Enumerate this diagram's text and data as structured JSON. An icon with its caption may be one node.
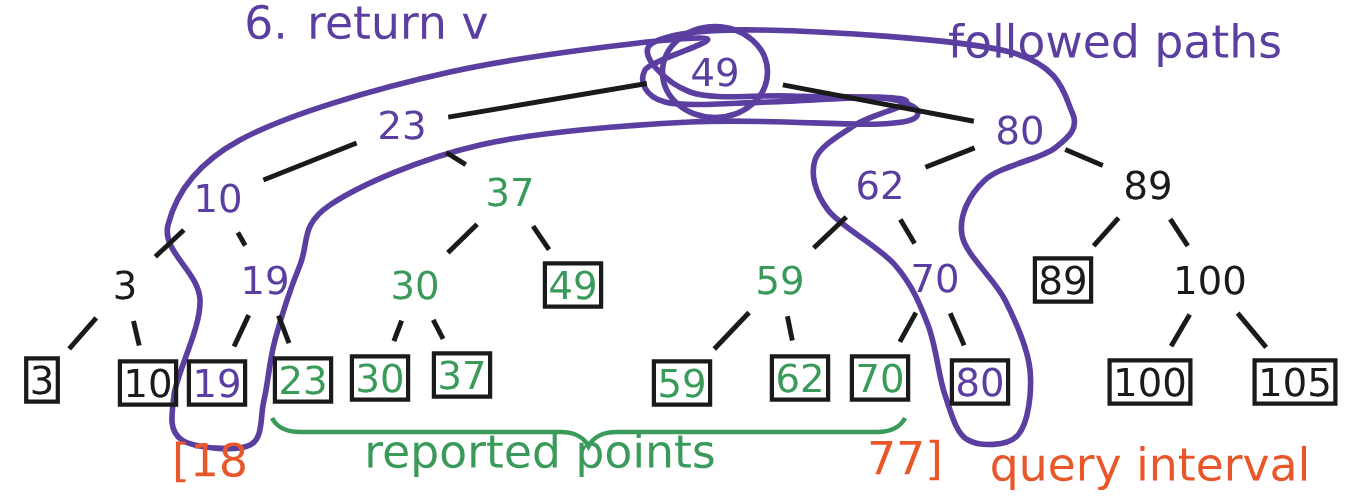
{
  "diagram": {
    "nodes": [
      {
        "text": [
          "49"
        ]
      },
      {
        "text": [
          "23"
        ]
      },
      {
        "text": [
          "80"
        ]
      },
      {
        "text": [
          "10"
        ]
      },
      {
        "text": [
          "37"
        ]
      },
      {
        "text": [
          "62"
        ]
      },
      {
        "text": [
          "89"
        ]
      },
      {
        "text": [
          "3"
        ]
      },
      {
        "text": [
          "19"
        ]
      },
      {
        "text": [
          "30"
        ]
      },
      {
        "text": [
          "49"
        ]
      },
      {
        "text": [
          "59"
        ]
      },
      {
        "text": [
          "70"
        ]
      },
      {
        "text": [
          "89"
        ]
      },
      {
        "text": [
          "100"
        ]
      },
      {
        "text": [
          "3"
        ]
      },
      {
        "text": [
          "10"
        ]
      },
      {
        "text": [
          "19"
        ]
      },
      {
        "text": [
          "23"
        ]
      },
      {
        "text": [
          "30"
        ]
      },
      {
        "text": [
          "37"
        ]
      },
      {
        "text": [
          "59"
        ]
      },
      {
        "text": [
          "62"
        ]
      },
      {
        "text": [
          "70"
        ]
      },
      {
        "text": [
          "80"
        ]
      },
      {
        "text": [
          "100"
        ]
      },
      {
        "text": [
          "105"
        ]
      }
    ],
    "edges": [
      {
        "from": 0,
        "to": 1,
        "arrow": "none"
      },
      {
        "from": 0,
        "to": 2,
        "arrow": "none"
      },
      {
        "from": 1,
        "to": 3,
        "arrow": "none"
      },
      {
        "from": 1,
        "to": 4,
        "arrow": "none"
      },
      {
        "from": 2,
        "to": 5,
        "arrow": "none"
      },
      {
        "from": 2,
        "to": 6,
        "arrow": "none"
      },
      {
        "from": 3,
        "to": 7,
        "arrow": "none"
      },
      {
        "from": 3,
        "to": 8,
        "arrow": "none"
      },
      {
        "from": 4,
        "to": 9,
        "arrow": "none"
      },
      {
        "from": 4,
        "to": 10,
        "arrow": "none"
      },
      {
        "from": 5,
        "to": 11,
        "arrow": "none"
      },
      {
        "from": 5,
        "to": 12,
        "arrow": "none"
      },
      {
        "from": 6,
        "to": 13,
        "arrow": "none"
      },
      {
        "from": 6,
        "to": 14,
        "arrow": "none"
      },
      {
        "from": 7,
        "to": 15,
        "arrow": "none"
      },
      {
        "from": 7,
        "to": 16,
        "arrow": "none"
      },
      {
        "from": 8,
        "to": 17,
        "arrow": "none"
      },
      {
        "from": 8,
        "to": 18,
        "arrow": "none"
      },
      {
        "from": 9,
        "to": 19,
        "arrow": "none"
      },
      {
        "from": 9,
        "to": 20,
        "arrow": "none"
      },
      {
        "from": 11,
        "to": 21,
        "arrow": "none"
      },
      {
        "from": 11,
        "to": 22,
        "arrow": "none"
      },
      {
        "from": 12,
        "to": 23,
        "arrow": "none"
      },
      {
        "from": 12,
        "to": 24,
        "arrow": "none"
      },
      {
        "from": 14,
        "to": 25,
        "arrow": "none"
      },
      {
        "from": 14,
        "to": 26,
        "arrow": "none"
      }
    ],
    "labels": [
      "6. return v",
      "followed paths",
      "[18",
      "reported points",
      "77]",
      "query interval"
    ]
  }
}
